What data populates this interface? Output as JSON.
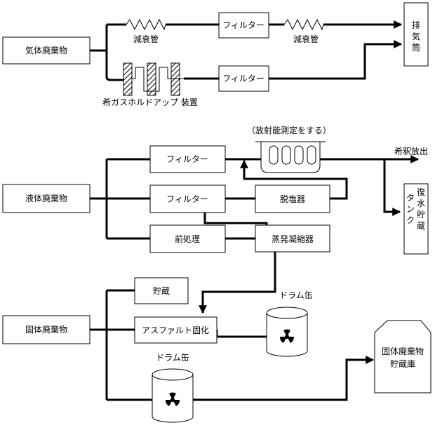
{
  "gas": {
    "source": "気体廃棄物",
    "decay_tube_1": "減衰管",
    "decay_tube_2": "減衰管",
    "filter_1": "フィルター",
    "filter_2": "フィルター",
    "holdup": "希ガスホルドアップ 装置",
    "stack_chars": [
      "排",
      "気",
      "筒"
    ]
  },
  "liquid": {
    "source": "液体廃棄物",
    "filter_1": "フィルター",
    "filter_2": "フィルター",
    "pretreatment": "前処理",
    "demineralizer": "脱塩器",
    "evaporator": "蒸発凝縮器",
    "measurement": "（放射能測定をする）",
    "release": "希釈放出",
    "reuse_tank_col1": [
      "復",
      "水",
      "貯",
      "蔵"
    ],
    "reuse_tank_col2": [
      "タ",
      "ン",
      "ク"
    ]
  },
  "solid": {
    "source": "固体廃棄物",
    "storage": "貯蔵",
    "asphalt": "アスファルト固化",
    "drum_1": "ドラム缶",
    "drum_2": "ドラム缶",
    "warehouse_line1": "固体廃棄物",
    "warehouse_line2": "貯蔵庫"
  }
}
